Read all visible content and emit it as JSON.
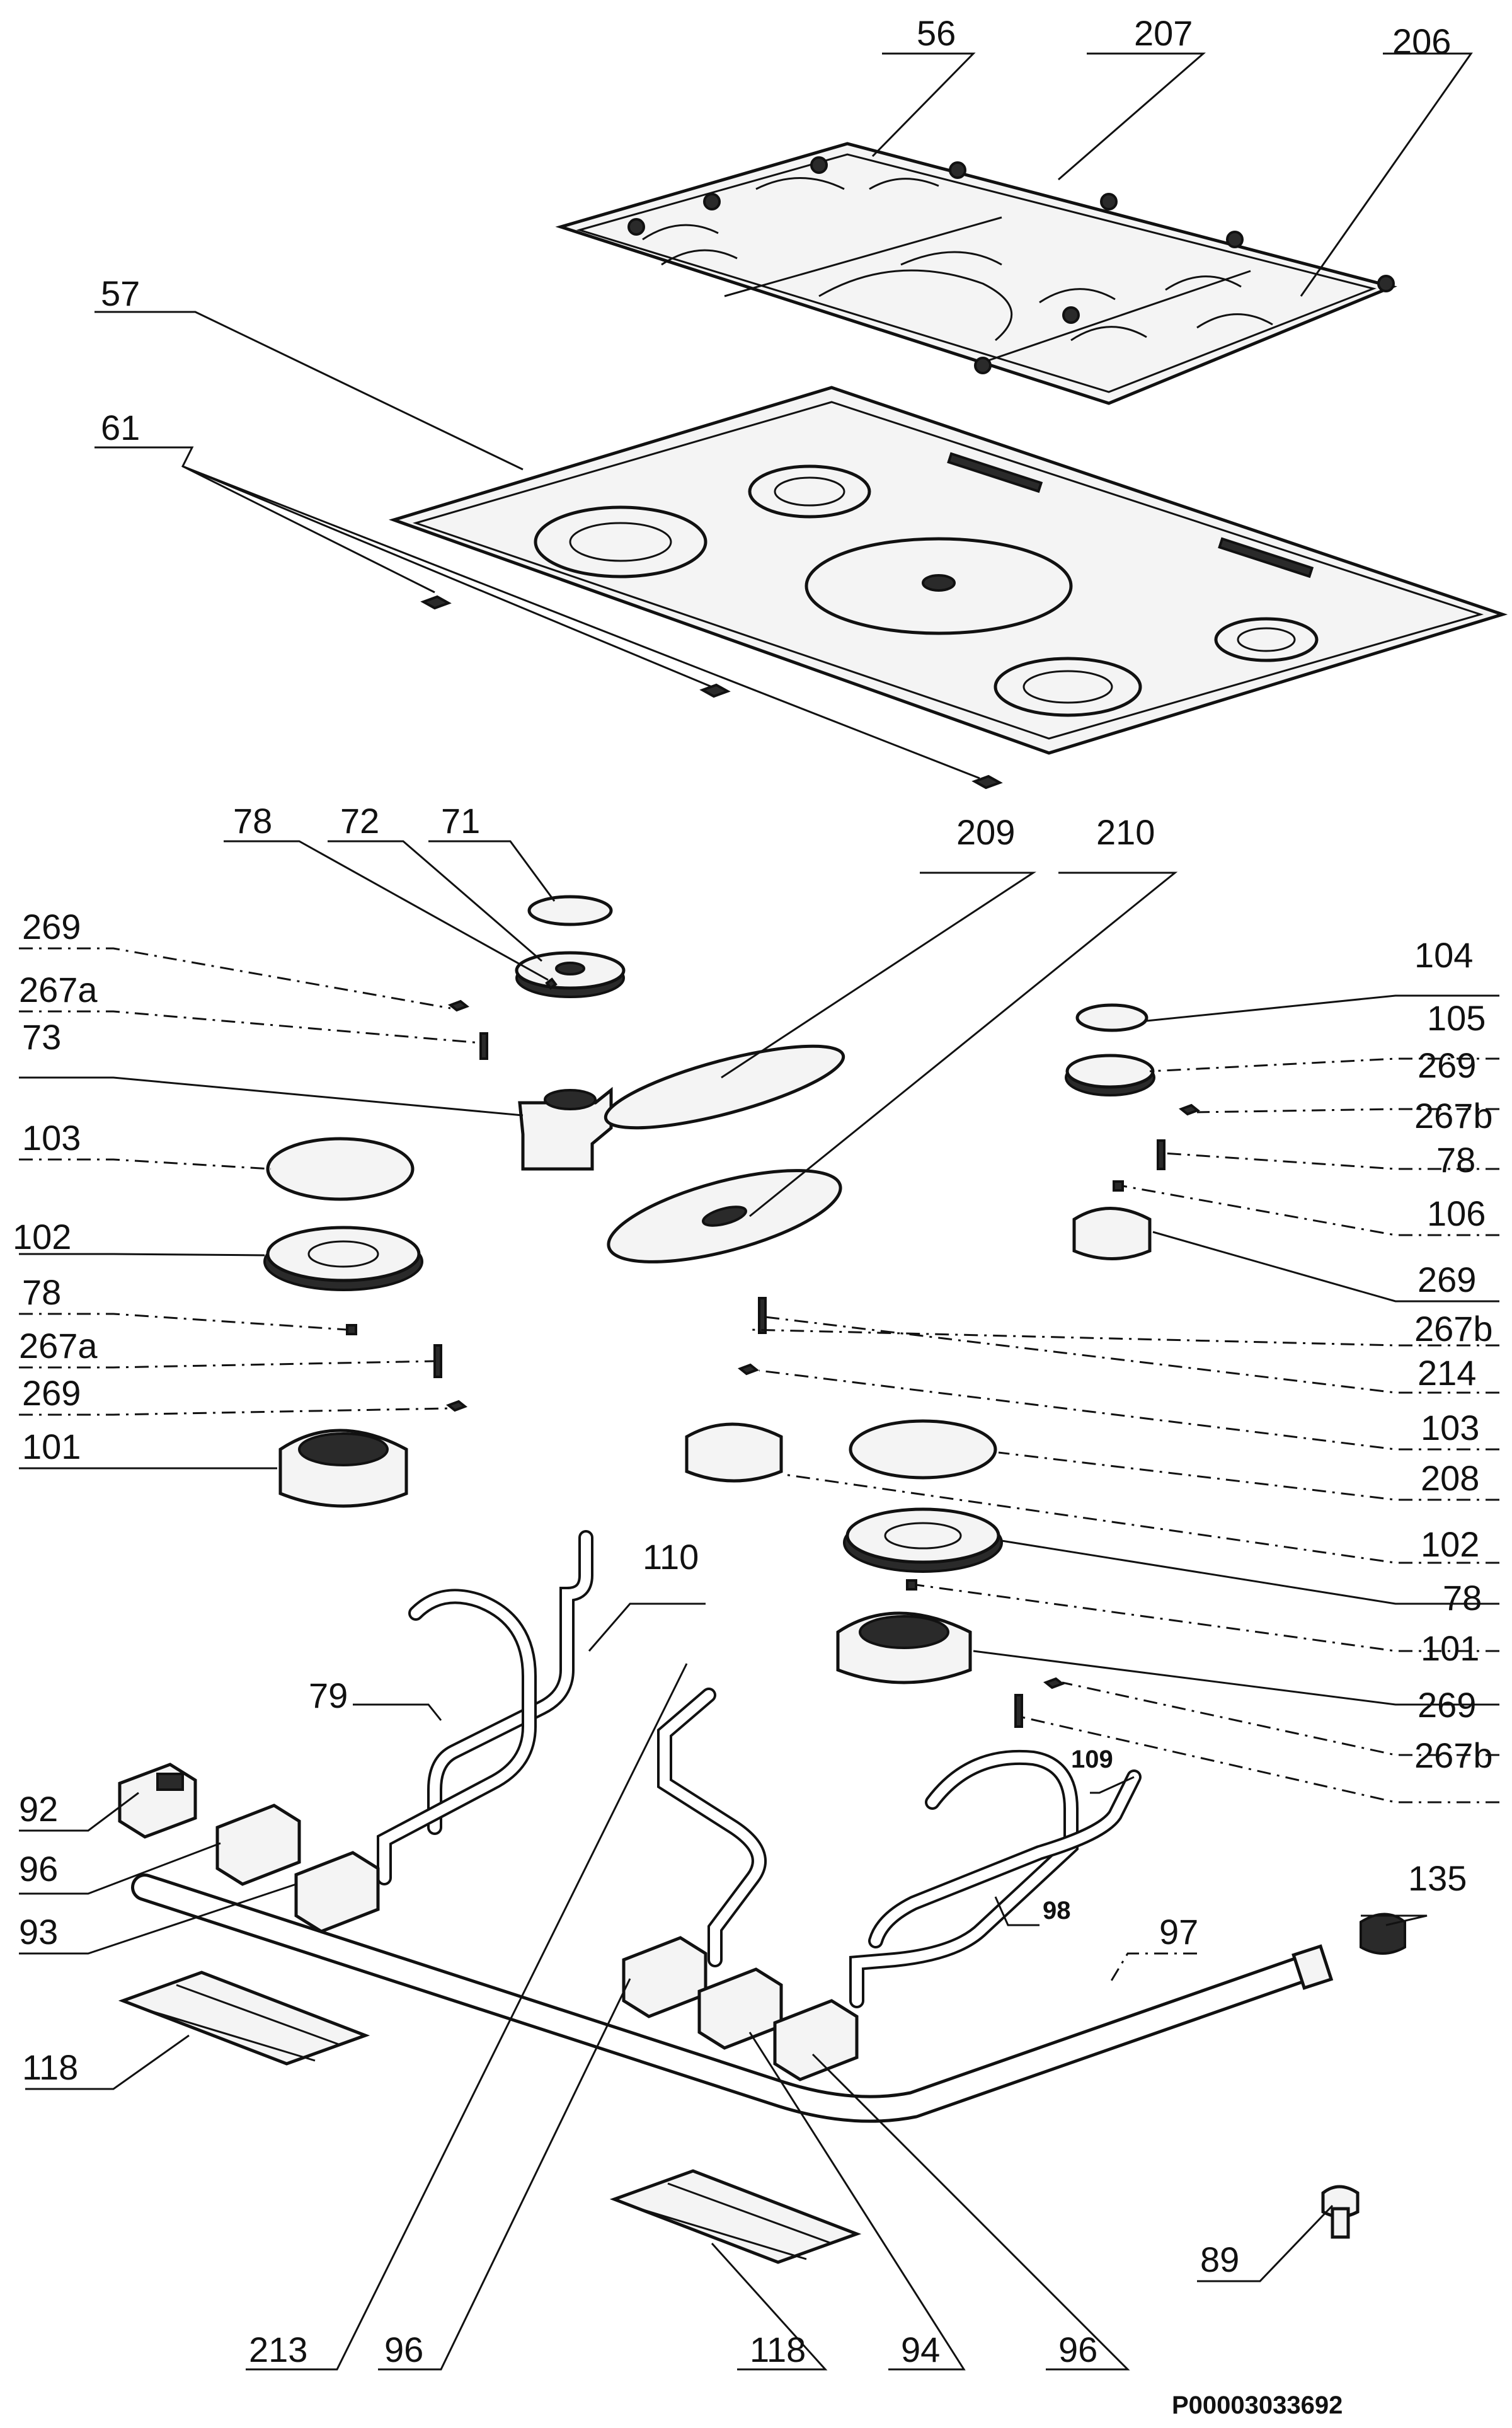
{
  "diagram_code": "P00003033692",
  "labels": {
    "l56": "56",
    "l207": "207",
    "l206": "206",
    "l57": "57",
    "l61": "61",
    "l71": "71",
    "l72": "72",
    "l78a": "78",
    "l269a": "269",
    "l267a_a": "267a",
    "l73": "73",
    "l103a": "103",
    "l102a": "102",
    "l78b": "78",
    "l267a_b": "267a",
    "l269b": "269",
    "l101a": "101",
    "l209": "209",
    "l210": "210",
    "l104": "104",
    "l105": "105",
    "l269c": "269",
    "l267b_a": "267b",
    "l78c": "78",
    "l106": "106",
    "l269d": "269",
    "l267b_b": "267b",
    "l214": "214",
    "l103b": "103",
    "l208": "208",
    "l102b": "102",
    "l78d": "78",
    "l101b": "101",
    "l269e": "269",
    "l267b_c": "267b",
    "l110": "110",
    "l79": "79",
    "l109": "109",
    "l92": "92",
    "l96a": "96",
    "l93": "93",
    "l98": "98",
    "l97": "97",
    "l135": "135",
    "l118a": "118",
    "l89": "89",
    "l213": "213",
    "l96b": "96",
    "l118b": "118",
    "l94": "94",
    "l96c": "96"
  }
}
